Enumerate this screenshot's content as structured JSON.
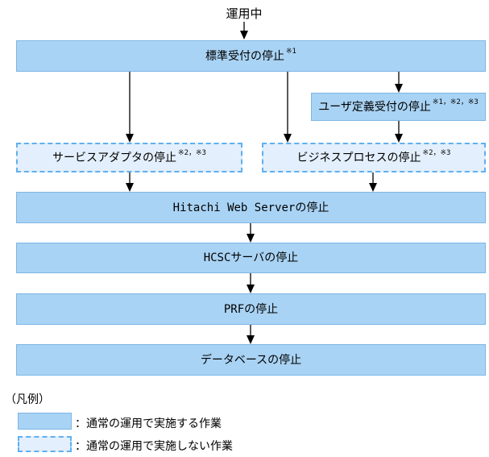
{
  "diagram": {
    "start_label": "運用中",
    "nodes": {
      "standard": {
        "label": "標準受付の停止",
        "sup": "※1"
      },
      "userdef": {
        "label": "ユーザ定義受付の停止",
        "sup": "※1，※2，※3"
      },
      "adapter": {
        "label": "サービスアダプタの停止",
        "sup": "※2，※3"
      },
      "process": {
        "label": "ビジネスプロセスの停止",
        "sup": "※2，※3"
      },
      "webserver": {
        "label": "Hitachi Web Serverの停止",
        "sup": ""
      },
      "hcsc": {
        "label": "HCSCサーバの停止",
        "sup": ""
      },
      "prf": {
        "label": "PRFの停止",
        "sup": ""
      },
      "database": {
        "label": "データベースの停止",
        "sup": ""
      }
    },
    "legend": {
      "title": "（凡例）",
      "items": [
        {
          "swatch_style": "solid",
          "label": "：通常の運用で実施する作業"
        },
        {
          "swatch_style": "dashed",
          "label": "：通常の運用で実施しない作業"
        }
      ]
    },
    "colors": {
      "node_fill": "#a9d3f4",
      "node_border": "#7eb6e4",
      "dashed_node_fill": "#e3effc",
      "dashed_node_border": "#5fb0ef",
      "arrow": "#000000",
      "text": "#000000",
      "background": "#ffffff"
    }
  }
}
